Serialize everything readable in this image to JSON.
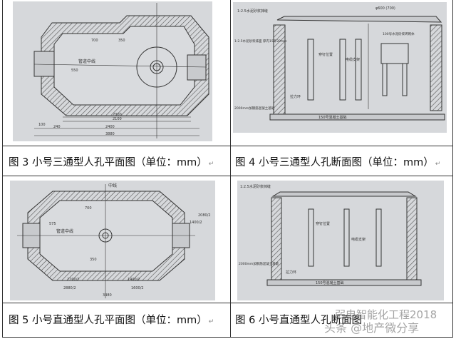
{
  "figures": [
    {
      "caption": "图 3 小号三通型人孔平面图（单位：mm）",
      "labels": {
        "pipe_center": "管道中线",
        "d1": "2000",
        "d2": "2100",
        "d3": "2400",
        "d4": "3880",
        "d5": "700",
        "d6": "350",
        "d7": "550",
        "d8": "240",
        "d9": "100"
      }
    },
    {
      "caption": "图 4 小号三通型人孔断面图（单位：mm）",
      "labels": {
        "mortar": "1:2.5水泥砂浆抹缝",
        "mortar2": "1:2.5水泥砂浆抹面 厚内15外20mm",
        "bolt": "穿钉位置",
        "bracket": "电缆支架",
        "ring": "拉力环",
        "base": "150号混凝土基础",
        "cover": "φ600 (700)",
        "rebar": "2000mm加钢筋混凝土基础",
        "brick": "100号水泥砂浆砖砌体"
      }
    },
    {
      "caption": "图 5 小号直通型人孔平面图（单位：mm）",
      "labels": {
        "center": "中线",
        "pipe_center": "管道中线",
        "d1": "2200/2",
        "d2": "1400/2",
        "d3": "2880/2",
        "d4": "1600/2",
        "d5": "3480",
        "d6": "700",
        "d7": "350",
        "d8": "575",
        "d9": "1400/2",
        "d10": "2080/2"
      }
    },
    {
      "caption": "图 6 小号直通型人孔断面图",
      "labels": {
        "mortar": "1:2.5水泥砂浆抹缝",
        "bolt": "穿钉位置",
        "bracket": "电缆支架",
        "ring": "拉力环",
        "base": "150号混凝土基础",
        "rebar": "2000mm加钢筋混凝土基础"
      }
    }
  ],
  "watermark": {
    "line1": "弱电智能化工程2018",
    "line2": "头条 @地产微分享"
  },
  "return_mark": "↵"
}
